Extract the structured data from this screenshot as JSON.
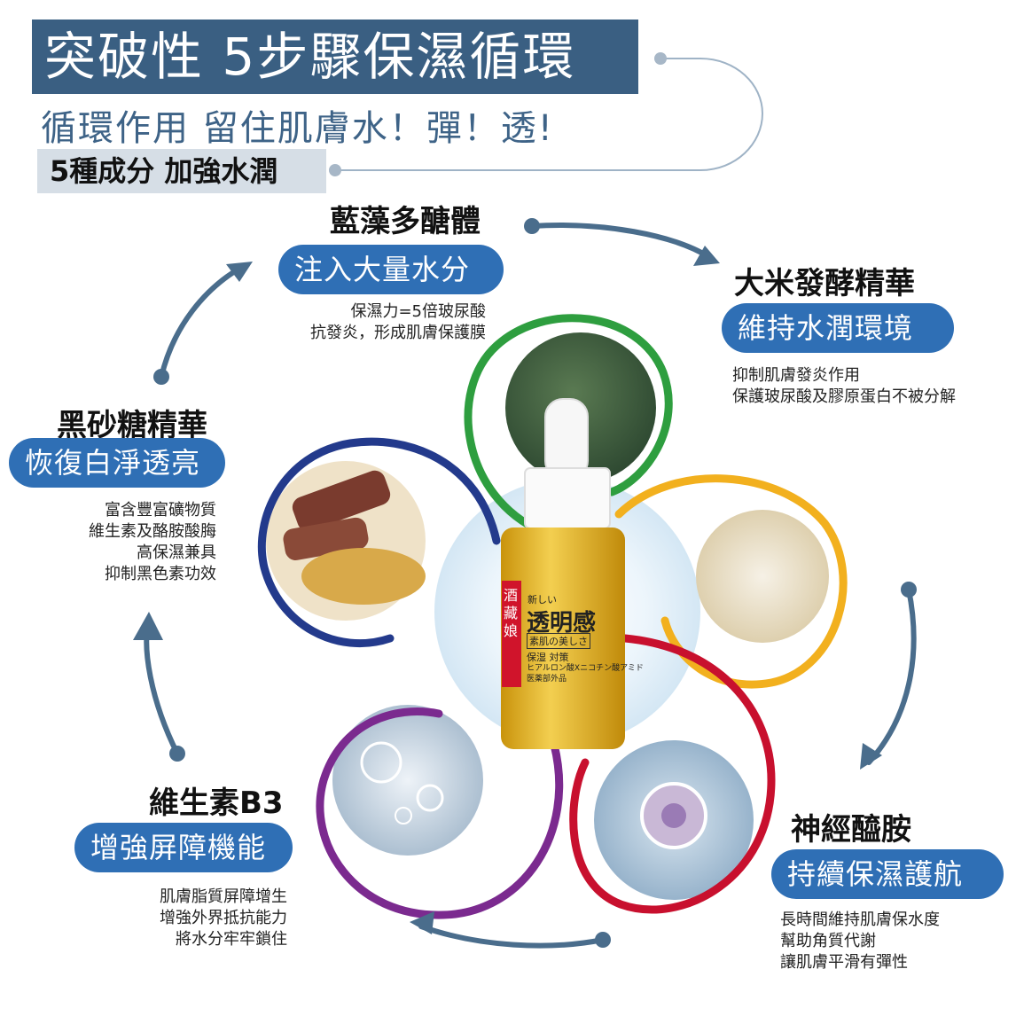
{
  "header": {
    "title": "突破性 5步驟保濕循環",
    "subtitle": "循環作用  留住肌膚水！彈！透!",
    "badge": "5種成分 加強水潤"
  },
  "ingredients": {
    "algae": {
      "name": "藍藻多醣體",
      "benefit": "注入大量水分",
      "desc": [
        "保濕力=5倍玻尿酸",
        "抗發炎，形成肌膚保護膜"
      ]
    },
    "rice": {
      "name": "大米發酵精華",
      "benefit": "維持水潤環境",
      "desc": [
        "抑制肌膚發炎作用",
        "保護玻尿酸及膠原蛋白不被分解"
      ]
    },
    "sugar": {
      "name": "黑砂糖精華",
      "benefit": "恢復白淨透亮",
      "desc": [
        "富含豐富礦物質",
        "維生素及酪胺酸脢",
        "高保濕兼具",
        "抑制黑色素功效"
      ]
    },
    "b3": {
      "name": "維生素B3",
      "benefit": "增強屏障機能",
      "desc": [
        "肌膚脂質屏障增生",
        "增強外界抵抗能力",
        "將水分牢牢鎖住"
      ]
    },
    "ceramide": {
      "name": "神經醯胺",
      "benefit": "持續保濕護航",
      "desc": [
        "長時間維持肌膚保水度",
        "幫助角質代謝",
        "讓肌膚平滑有彈性"
      ]
    }
  },
  "product": {
    "side_label": "酒藏娘",
    "small_label": "新しい",
    "main_label": "透明感",
    "tagline": "素肌の美しさ",
    "line1": "保湿 対策",
    "line2": "ヒアルロン酸Xニコチン酸アミド",
    "line3": "医薬部外品"
  },
  "colors": {
    "title_bg": "#3a5f82",
    "pill": "#2f6fb5",
    "arrow": "#4a6d8c",
    "green": "#2e9e3f",
    "yellow": "#f2b01e",
    "red": "#c8102e",
    "purple": "#7b2a8f",
    "navy": "#233a8c"
  }
}
